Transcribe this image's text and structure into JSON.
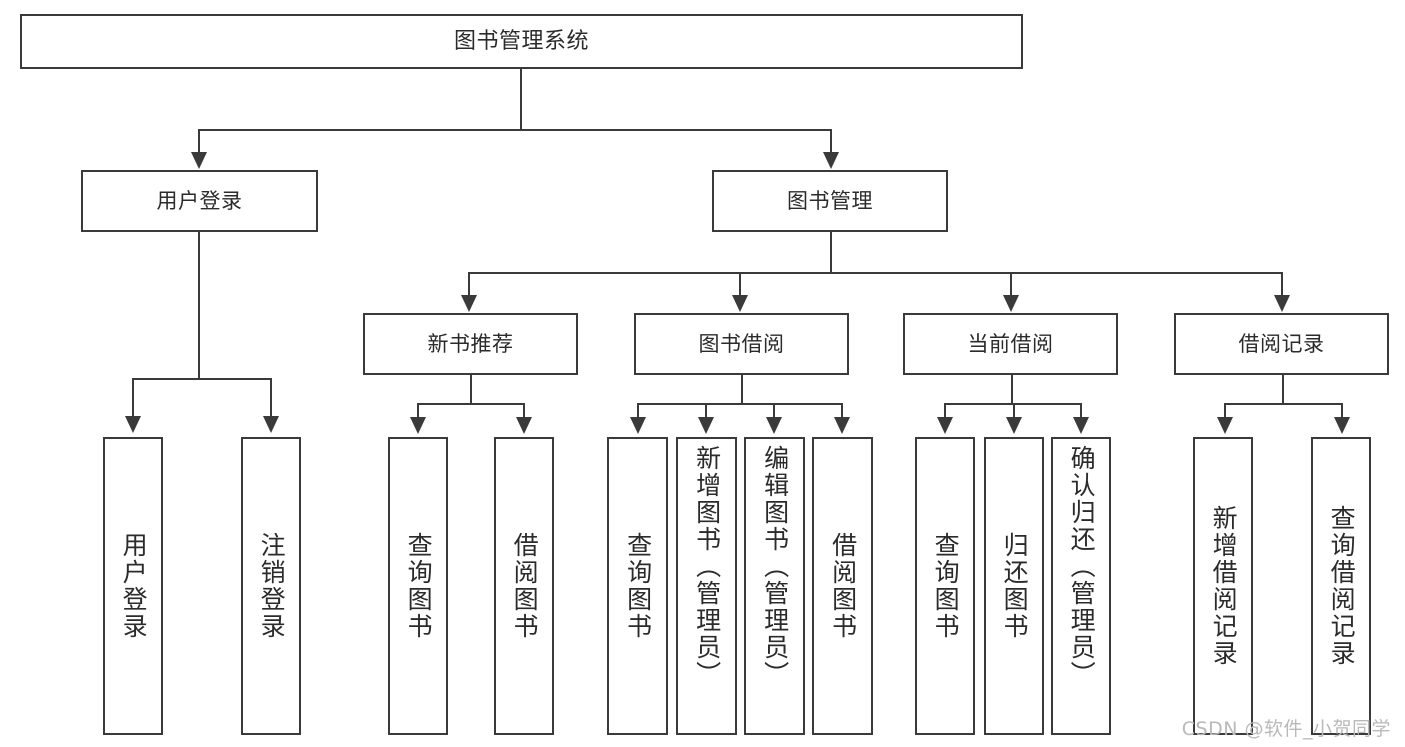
{
  "diagram": {
    "title": "图书管理系统",
    "type": "tree",
    "root": {
      "id": "root",
      "label": "图书管理系统",
      "level": 0
    },
    "level1": [
      {
        "id": "user-login",
        "label": "用户登录"
      },
      {
        "id": "book-manage",
        "label": "图书管理"
      }
    ],
    "level2": [
      {
        "id": "new-book-rec",
        "label": "新书推荐",
        "parent": "book-manage"
      },
      {
        "id": "book-borrow",
        "label": "图书借阅",
        "parent": "book-manage"
      },
      {
        "id": "current-borrow",
        "label": "当前借阅",
        "parent": "book-manage"
      },
      {
        "id": "borrow-record",
        "label": "借阅记录",
        "parent": "book-manage"
      }
    ],
    "leaves": {
      "user_login": [
        {
          "id": "leaf-user-login",
          "label": "用户登录"
        },
        {
          "id": "leaf-logout",
          "label": "注销登录"
        }
      ],
      "new_book_rec": [
        {
          "id": "leaf-query-book-1",
          "label": "查询图书"
        },
        {
          "id": "leaf-borrow-book-1",
          "label": "借阅图书"
        }
      ],
      "book_borrow": [
        {
          "id": "leaf-query-book-2",
          "label": "查询图书"
        },
        {
          "id": "leaf-add-book",
          "label": "新增图书（管理员）"
        },
        {
          "id": "leaf-edit-book",
          "label": "编辑图书（管理员）"
        },
        {
          "id": "leaf-borrow-book-2",
          "label": "借阅图书"
        }
      ],
      "current_borrow": [
        {
          "id": "leaf-query-book-3",
          "label": "查询图书"
        },
        {
          "id": "leaf-return-book",
          "label": "归还图书"
        },
        {
          "id": "leaf-confirm-return",
          "label": "确认归还（管理员）"
        }
      ],
      "borrow_record": [
        {
          "id": "leaf-add-record",
          "label": "新增借阅记录"
        },
        {
          "id": "leaf-query-record",
          "label": "查询借阅记录"
        }
      ]
    }
  },
  "watermark": {
    "text": "CSDN @软件_小贺同学"
  },
  "colors": {
    "stroke": "#3a3a3a",
    "text": "#2b2b2b",
    "background": "#ffffff",
    "watermark": "#b9b9b9"
  }
}
